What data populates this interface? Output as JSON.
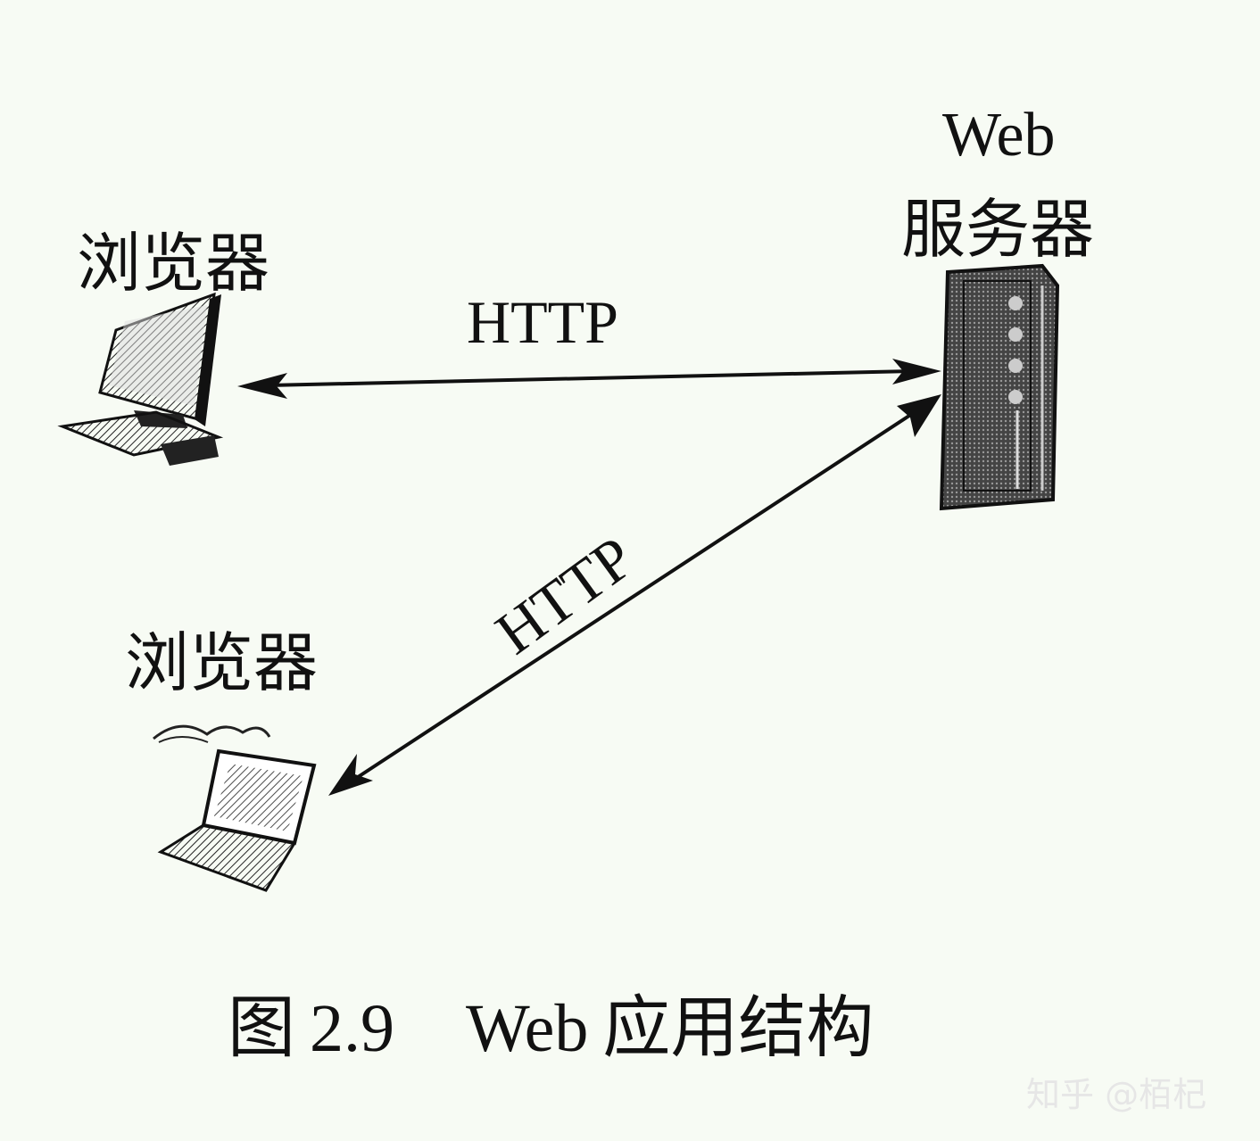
{
  "nodes": {
    "browser_1": "浏览器",
    "browser_2": "浏览器",
    "server_line1": "Web",
    "server_line2": "服务器"
  },
  "edges": {
    "top_label": "HTTP",
    "diagonal_label": "HTTP"
  },
  "caption": {
    "figure_word": "图",
    "number": "2.9",
    "title_en": "Web",
    "title_cn": "应用结构"
  },
  "watermark": "知乎 @栢杞",
  "colors": {
    "background": "#f7fbf4",
    "ink": "#111111",
    "watermark": "#e6e6e6"
  }
}
